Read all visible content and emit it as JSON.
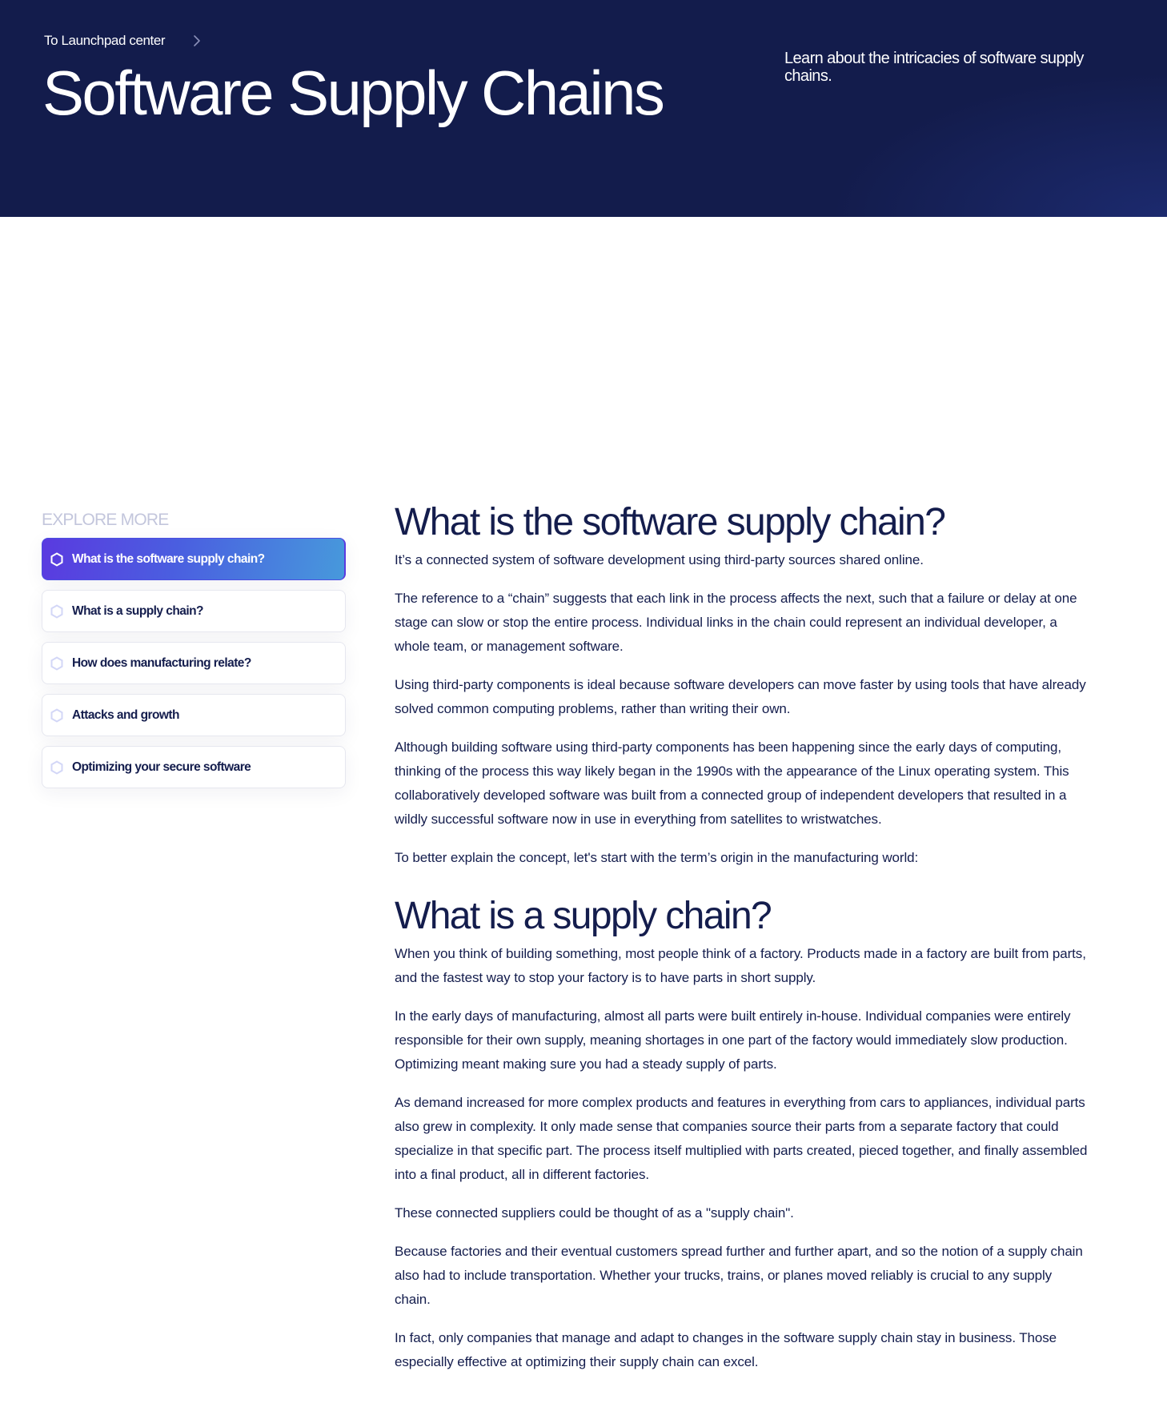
{
  "hero": {
    "breadcrumb_label": "To Launchpad center",
    "breadcrumb_icon": "chevron-right-icon",
    "title": "Software Supply Chains",
    "subtitle": "Learn about the intricacies of software supply chains.",
    "colors": {
      "background": "#131c4c",
      "text": "#ffffff"
    }
  },
  "sidebar": {
    "heading": "EXPLORE MORE",
    "items": [
      {
        "label": "What is the software supply chain?",
        "icon": "hexagon-icon",
        "active": true
      },
      {
        "label": "What is a supply chain?",
        "icon": "hexagon-icon",
        "active": false
      },
      {
        "label": "How does manufacturing relate?",
        "icon": "hexagon-icon",
        "active": false
      },
      {
        "label": "Attacks and growth",
        "icon": "hexagon-icon",
        "active": false
      },
      {
        "label": "Optimizing your secure software",
        "icon": "hexagon-icon",
        "active": false
      }
    ],
    "colors": {
      "active_gradient_start": "#5a3ae0",
      "active_gradient_end": "#4799dc",
      "inactive_icon": "#cfd3f5",
      "heading": "#c3c6dc"
    }
  },
  "article": {
    "sections": [
      {
        "heading": "What is the software supply chain?",
        "paragraphs": [
          "It’s a connected system of software development using third-party sources shared online.",
          "The reference to a “chain” suggests that each link in the process affects the next, such that a failure or delay at one stage can slow or stop the entire process. Individual links in the chain could represent an individual developer, a whole team, or management software.",
          "Using third-party components is ideal because software developers can move faster by using tools that have already solved common computing problems, rather than writing their own.",
          "Although building software using third-party components has been happening since the early days of computing, thinking of the process this way likely began in the 1990s with the appearance of the Linux operating system. This collaboratively developed software was built from a connected group of independent developers that resulted in a wildly successful software now in use in everything from satellites to wristwatches.",
          "To better explain the concept, let's start with the term’s origin in the manufacturing world:"
        ]
      },
      {
        "heading": "What is a supply chain?",
        "paragraphs": [
          "When you think of building something, most people think of a factory. Products made in a factory are built from parts, and the fastest way to stop your factory is to have parts in short supply.",
          "In the early days of manufacturing, almost all parts were built entirely in-house. Individual companies were entirely responsible for their own supply, meaning shortages in one part of the factory would immediately slow production. Optimizing meant making sure you had a steady supply of parts.",
          "As demand increased for more complex products and features in everything from cars to appliances, individual parts also grew in complexity. It only made sense that companies source their parts from a separate factory that could specialize in that specific part. The process itself multiplied with parts created, pieced together, and finally assembled into a final product, all in different factories.",
          "These connected suppliers could be thought of as a \"supply chain\".",
          "Because factories and their eventual customers spread further and further apart, and so the notion of a supply chain also had to include transportation. Whether your trucks, trains, or planes moved reliably is crucial to any supply chain.",
          "In fact, only companies that manage and adapt to changes in the software supply chain stay in business. Those especially effective at optimizing their supply chain can excel."
        ]
      }
    ],
    "colors": {
      "text": "#141d4d"
    }
  }
}
